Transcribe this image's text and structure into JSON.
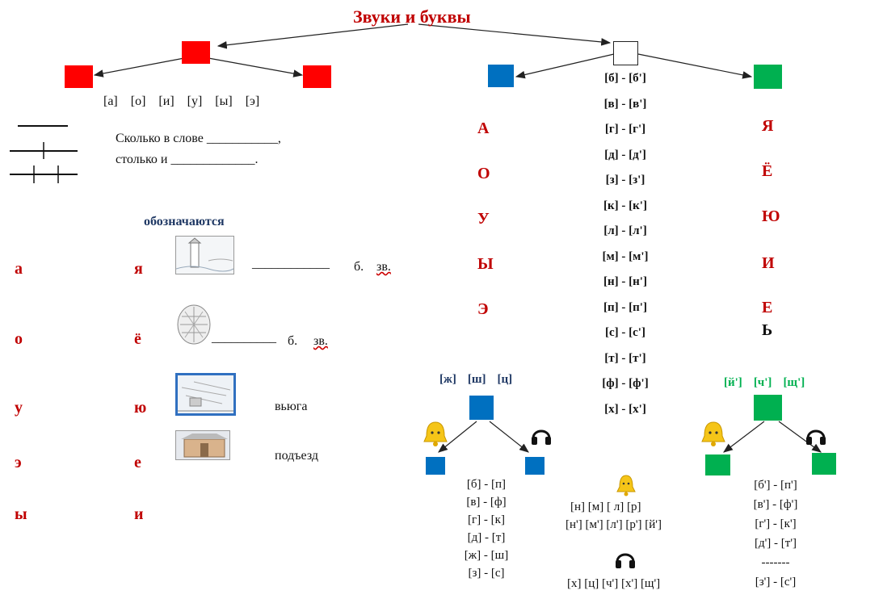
{
  "title": "Звуки и буквы",
  "vowel_sounds": [
    "[а]",
    "[о]",
    "[и]",
    "[у]",
    "[ы]",
    "[э]"
  ],
  "rule": {
    "line1": "Сколько в слове ___________,",
    "line2": "столько и _____________."
  },
  "designated_label": "обозначаются",
  "left_column_letters": [
    "а",
    "о",
    "у",
    "э",
    "ы"
  ],
  "right_column_letters": [
    "я",
    "ё",
    "ю",
    "е",
    "и"
  ],
  "picture_rows": [
    {
      "line": "____________",
      "b": "б.",
      "zv": "зв."
    },
    {
      "line": "__________",
      "b": "б.",
      "zv": "зв."
    }
  ],
  "words": [
    "вьюга",
    "подъезд"
  ],
  "hard_vowel_letters": [
    "А",
    "О",
    "У",
    "Ы",
    "Э"
  ],
  "soft_vowel_letters": [
    "Я",
    "Ё",
    "Ю",
    "И",
    "Е"
  ],
  "soft_sign": "Ь",
  "consonant_pairs": [
    "[б] - [б']",
    "[в] - [в']",
    "[г] - [г']",
    "[д] - [д']",
    "[з] - [з']",
    "[к] - [к']",
    "[л] - [л']",
    "[м] - [м']",
    "[н] - [н']",
    "[п] - [п']",
    "[с] - [с']",
    "[т] - [т']",
    "[ф] - [ф']",
    "[х] - [х']"
  ],
  "always_hard": [
    "[ж]",
    "[ш]",
    "[ц]"
  ],
  "always_soft": [
    "[й']",
    "[ч']",
    "[щ']"
  ],
  "hard_pairs": [
    "[б] - [п]",
    "[в] - [ф]",
    "[г] - [к]",
    "[д] - [т]",
    "[ж] - [ш]",
    "[з] - [с]"
  ],
  "sonorant_hard": "[н] [м] [ л] [р]",
  "sonorant_soft": "[н'] [м'] [л'] [р'] [й']",
  "voiceless_unpaired": "[х] [ц] [ч'] [х'] [щ']",
  "soft_pairs": [
    "[б'] - [п']",
    "[в'] - [ф']",
    "[г'] - [к']",
    "[д'] - [т']",
    "-------",
    "[з'] -  [с']"
  ],
  "colors": {
    "red": "#ff0000",
    "title": "#c00000",
    "blue": "#0070c0",
    "green": "#00b050",
    "navy": "#1f3864"
  }
}
